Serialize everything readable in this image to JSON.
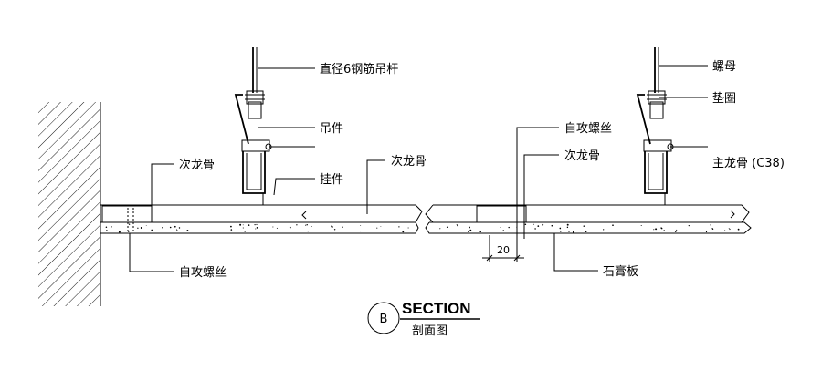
{
  "labels": {
    "rod": "直径6钢筋吊杆",
    "hanger": "吊件",
    "secondary_left": "次龙骨",
    "clip": "挂件",
    "secondary_mid_right": "次龙骨",
    "screw_left": "自攻螺丝",
    "nut": "螺母",
    "washer": "垫圈",
    "screw_mid": "自攻螺丝",
    "secondary_center": "次龙骨",
    "main_keel": "主龙骨 (C38)",
    "gypsum": "石膏板"
  },
  "dimension": {
    "value": "20"
  },
  "section": {
    "marker": "B",
    "title": "SECTION",
    "subtitle": "剖面图"
  }
}
